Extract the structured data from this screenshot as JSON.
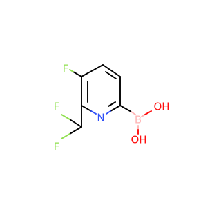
{
  "diagram": {
    "atoms": {
      "f_ring": {
        "label": "F",
        "color": "#90e050"
      },
      "f_upper": {
        "label": "F",
        "color": "#90e050"
      },
      "f_lower": {
        "label": "F",
        "color": "#90e050"
      },
      "n_ring": {
        "label": "N",
        "color": "#3050f8"
      },
      "b": {
        "label": "B",
        "color": "#ffb5b5"
      },
      "oh_upper": {
        "label": "OH",
        "color": "#ff0d0d"
      },
      "oh_lower": {
        "label": "OH",
        "color": "#ff0d0d"
      }
    }
  }
}
